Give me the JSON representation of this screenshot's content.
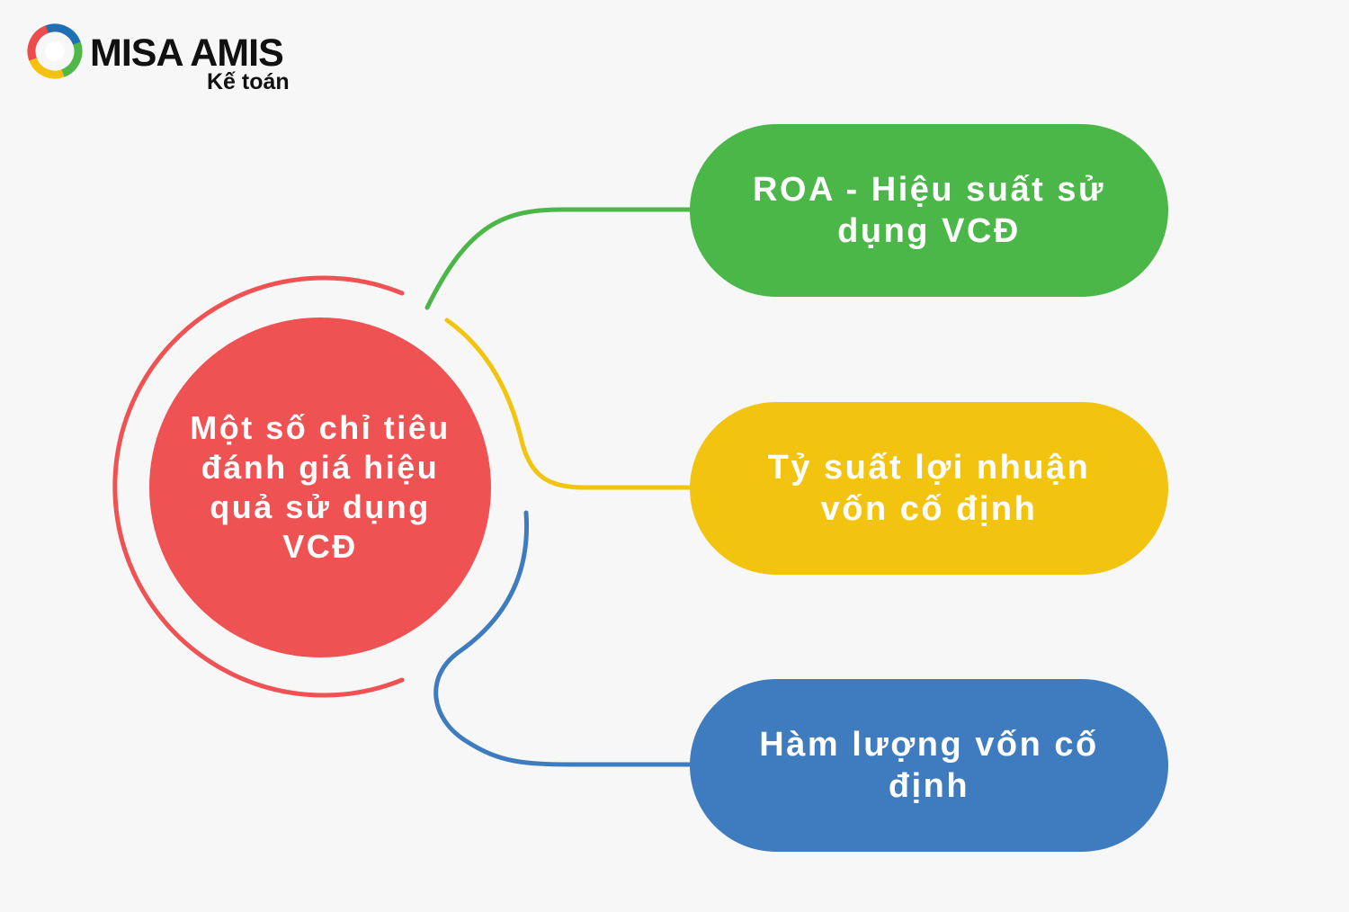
{
  "logo": {
    "name": "MISA AMIS",
    "subtitle": "Kế toán",
    "colors": [
      "#1f6fb5",
      "#4fb848",
      "#f4c10f",
      "#ee4b4c"
    ]
  },
  "center": {
    "text": "Một số chỉ tiêu đánh giá hiệu quả sử dụng VCĐ",
    "color": "#ee5253"
  },
  "branches": [
    {
      "text": "ROA - Hiệu suất sử dụng VCĐ",
      "color": "#4cb749"
    },
    {
      "text": "Tỷ suất lợi nhuận vốn cố định",
      "color": "#f2c40f"
    },
    {
      "text": "Hàm lượng vốn cố định",
      "color": "#3e7bbf"
    }
  ]
}
